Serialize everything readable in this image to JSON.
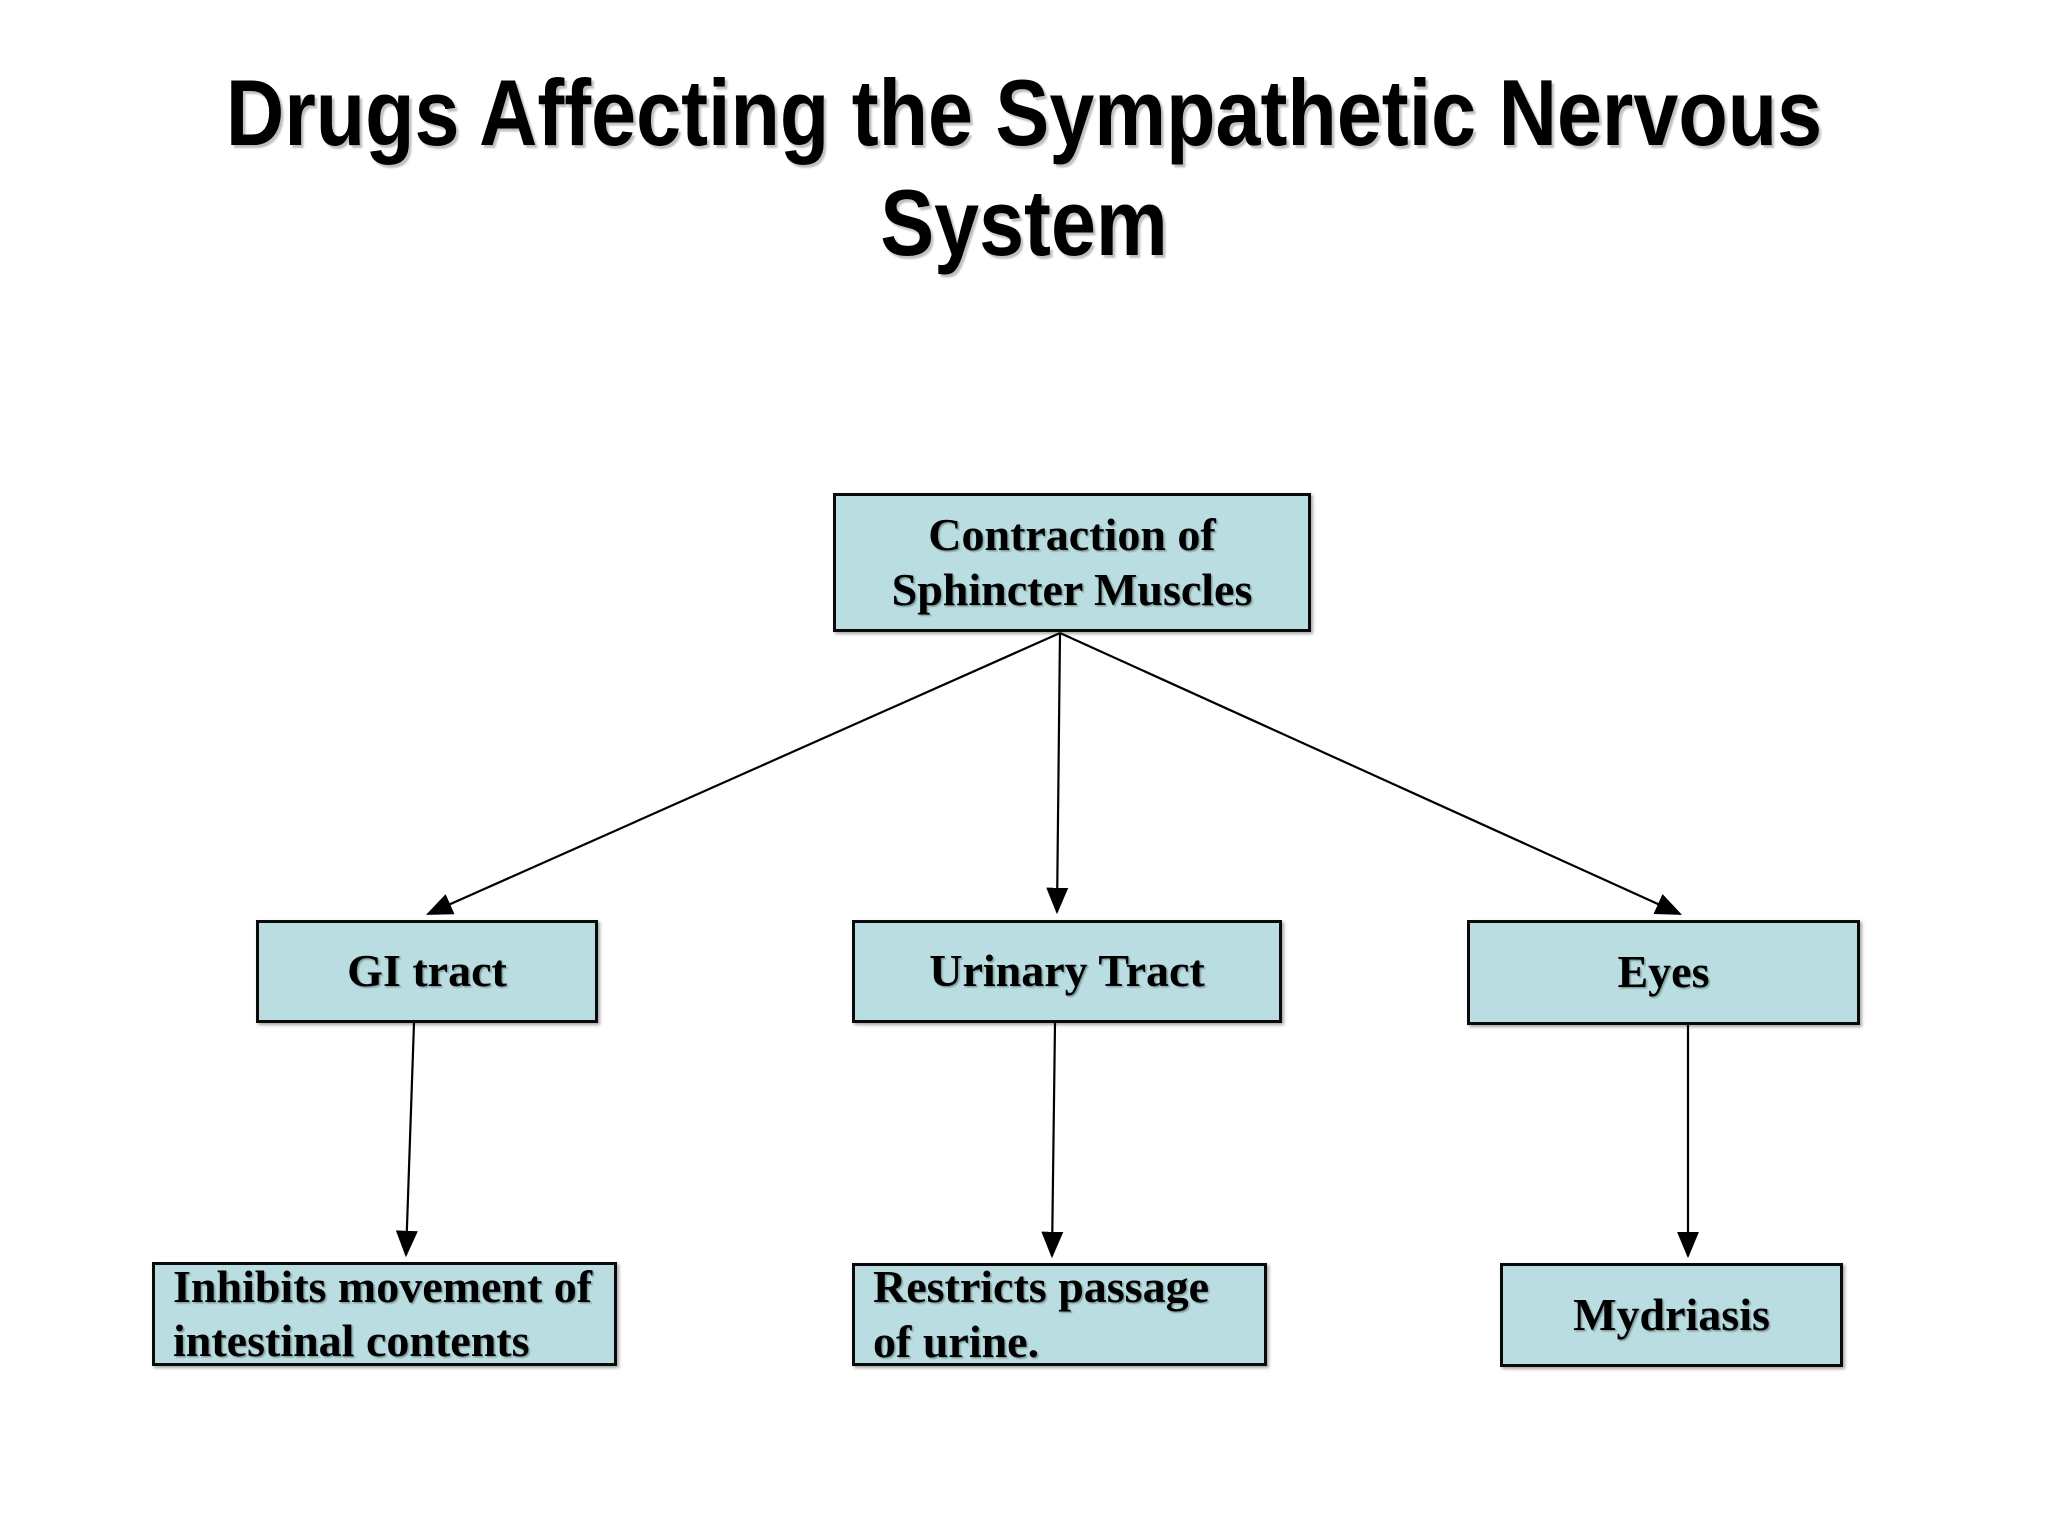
{
  "slide": {
    "title": "Drugs Affecting the Sympathetic Nervous\nSystem",
    "colors": {
      "background": "#ffffff",
      "box_fill": "#b9dde0",
      "box_border": "#0a0a0a",
      "text": "#000000",
      "connector": "#000000"
    },
    "diagram": {
      "root": {
        "id": "contraction",
        "label": "Contraction of\nSphincter Muscles"
      },
      "level1": [
        {
          "id": "gi-tract",
          "label": "GI tract"
        },
        {
          "id": "urinary-tract",
          "label": "Urinary Tract"
        },
        {
          "id": "eyes",
          "label": "Eyes"
        }
      ],
      "level2": [
        {
          "id": "inhibits-movement",
          "label": "Inhibits movement of\nintestinal contents"
        },
        {
          "id": "restricts-urine",
          "label": "Restricts passage\n of urine."
        },
        {
          "id": "mydriasis",
          "label": "Mydriasis"
        }
      ],
      "edges": [
        {
          "from": "contraction",
          "to": "gi-tract"
        },
        {
          "from": "contraction",
          "to": "urinary-tract"
        },
        {
          "from": "contraction",
          "to": "eyes"
        },
        {
          "from": "gi-tract",
          "to": "inhibits-movement"
        },
        {
          "from": "urinary-tract",
          "to": "restricts-urine"
        },
        {
          "from": "eyes",
          "to": "mydriasis"
        }
      ]
    }
  }
}
